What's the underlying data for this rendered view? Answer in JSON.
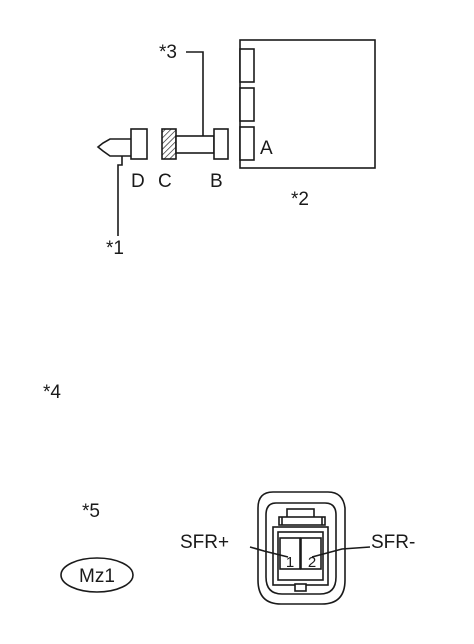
{
  "callouts": {
    "c1": "*1",
    "c2": "*2",
    "c3": "*3",
    "c4": "*4",
    "c5": "*5"
  },
  "connector_labels": {
    "a": "A",
    "b": "B",
    "c": "C",
    "d": "D"
  },
  "connector_view": {
    "code": "Mz1",
    "terminal_left_name": "SFR+",
    "terminal_right_name": "SFR-",
    "pin_left": "1",
    "pin_right": "2"
  }
}
